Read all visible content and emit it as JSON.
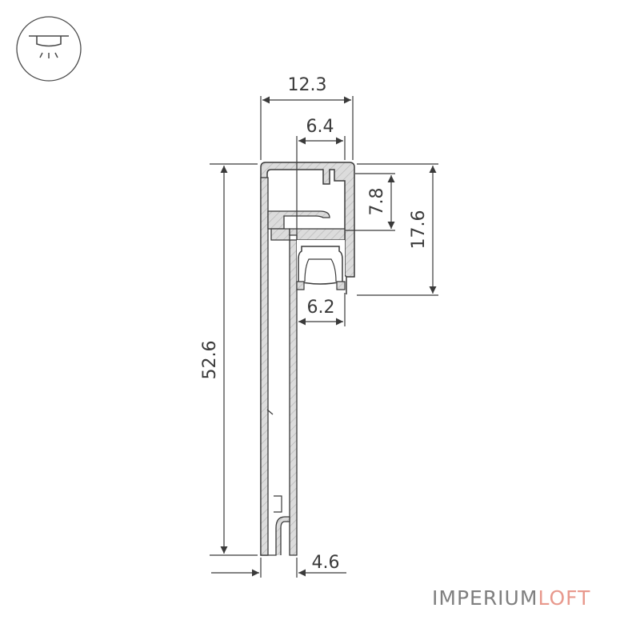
{
  "dimensions": {
    "overall_width": "12.3",
    "slot_width": "6.4",
    "slot_depth": "7.8",
    "head_height": "17.6",
    "diffuser_width": "6.2",
    "overall_height": "52.6",
    "base_width": "4.6"
  },
  "brand": {
    "part1": "IMPERIUM",
    "part2": "LOFT"
  },
  "icon": "ceiling-downlight-icon",
  "colors": {
    "outline": "#3a3a3a",
    "profile_fill": "#d9d9d9",
    "hatch": "#bdbdbd",
    "brand_gray": "#7f7f7f",
    "brand_accent": "#e8998d"
  }
}
